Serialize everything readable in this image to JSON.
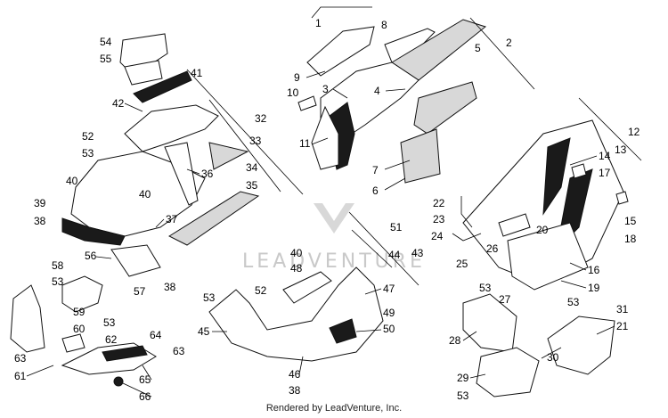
{
  "watermark": {
    "text": "LEADVENTURE"
  },
  "footer": {
    "text": "Rendered by LeadVenture, Inc."
  },
  "callouts": {
    "c1": "1",
    "c2": "2",
    "c3": "3",
    "c4": "4",
    "c5": "5",
    "c6": "6",
    "c7": "7",
    "c8": "8",
    "c9": "9",
    "c10": "10",
    "c11": "11",
    "c12": "12",
    "c13": "13",
    "c14": "14",
    "c15": "15",
    "c16": "16",
    "c17": "17",
    "c18": "18",
    "c19": "19",
    "c20": "20",
    "c21": "21",
    "c22": "22",
    "c23": "23",
    "c24": "24",
    "c25": "25",
    "c26": "26",
    "c27": "27",
    "c28": "28",
    "c29": "29",
    "c30": "30",
    "c31": "31",
    "c32": "32",
    "c33": "33",
    "c34": "34",
    "c35": "35",
    "c36": "36",
    "c37": "37",
    "c38a": "38",
    "c38b": "38",
    "c38c": "38",
    "c39": "39",
    "c40a": "40",
    "c40b": "40",
    "c40c": "40",
    "c41": "41",
    "c42": "42",
    "c43": "43",
    "c44": "44",
    "c45": "45",
    "c46": "46",
    "c47": "47",
    "c48": "48",
    "c49": "49",
    "c50": "50",
    "c51": "51",
    "c52a": "52",
    "c52b": "52",
    "c53a": "53",
    "c53b": "53",
    "c53c": "53",
    "c53d": "53",
    "c53e": "53",
    "c53f": "53",
    "c53g": "53",
    "c54": "54",
    "c55": "55",
    "c56": "56",
    "c57": "57",
    "c58": "58",
    "c59": "59",
    "c60": "60",
    "c61": "61",
    "c62": "62",
    "c63a": "63",
    "c63b": "63",
    "c64": "64",
    "c65": "65",
    "c66": "66"
  }
}
